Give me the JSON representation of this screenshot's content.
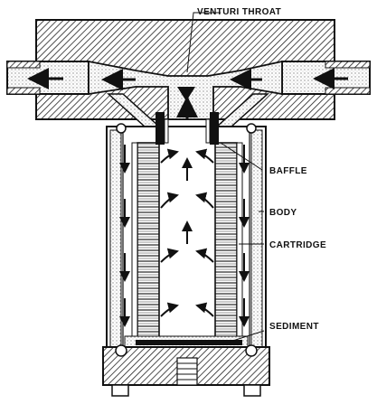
{
  "diagram": {
    "labels": {
      "venturi_throat": "VENTURI THROAT",
      "baffle": "BAFFLE",
      "body": "BODY",
      "cartridge": "CARTRIDGE",
      "sediment": "SEDIMENT"
    },
    "colors": {
      "ink": "#111111",
      "hatch": "#222222",
      "paper": "#ffffff",
      "stipple": "#9a9a9a"
    }
  }
}
